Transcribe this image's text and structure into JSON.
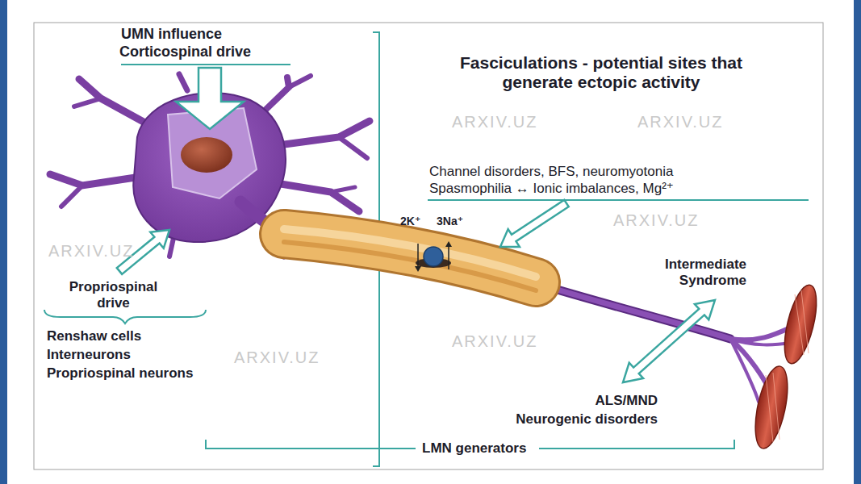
{
  "diagram": {
    "title": "Fasciculations - potential sites that generate ectopic activity",
    "labels": [
      "UMN influence",
      "Corticospinal drive",
      "Channel disorders, BFS, neuromyotonia",
      "Spasmophilia ↔ Ionic imbalances, Mg²⁺",
      "2K⁺",
      "3Na⁺",
      "Intermediate Syndrome",
      "ALS/MND",
      "Neurogenic disorders",
      "Propriospinal drive",
      "Renshaw cells",
      "Interneurons",
      "Propriospinal neurons",
      "LMN generators",
      "ARXIV.UZ",
      "ARXIV.UZ",
      "ARXIV.UZ",
      "ARXIV.UZ",
      "ARXIV.UZ",
      "ARXIV.UZ"
    ]
  }
}
